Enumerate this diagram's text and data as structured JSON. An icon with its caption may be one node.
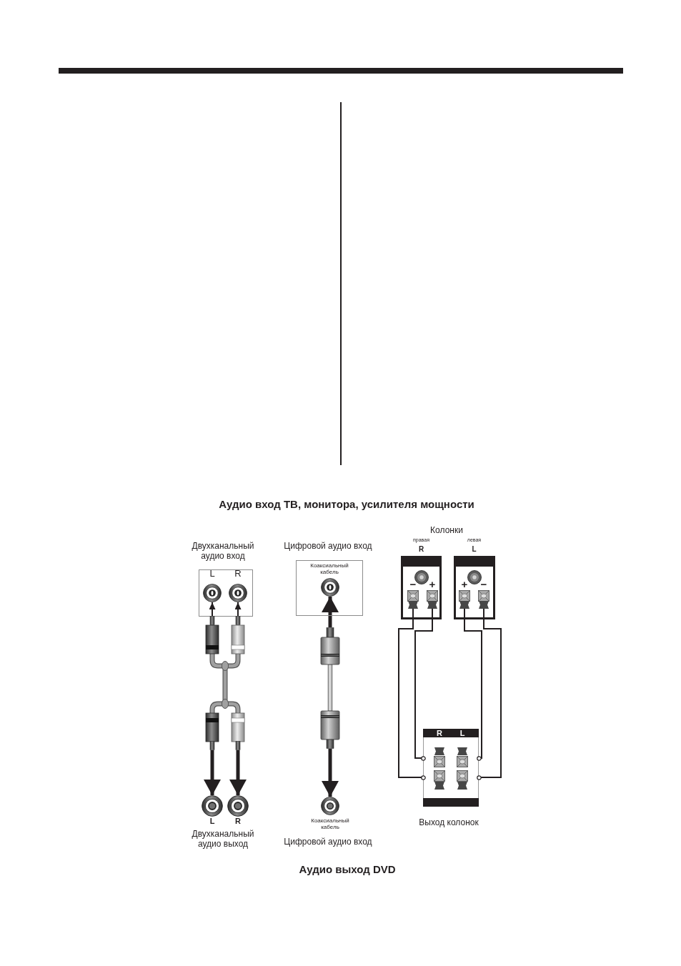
{
  "diagram": {
    "title": "Аудио вход ТВ, монитора, усилителя мощности",
    "caption": "Аудио выход DVD",
    "nodes": [
      {
        "text": [
          "Двухканальный аудио вход"
        ]
      },
      {
        "text": [
          "L"
        ],
        "in": 0
      },
      {
        "text": [
          "R"
        ],
        "in": 0
      },
      {
        "text": [
          "Цифровой аудио вход",
          "Коаксиальный кабель"
        ]
      },
      {
        "text": [],
        "shape": "circle",
        "in": 3
      },
      {
        "text": [
          "правая",
          "R",
          "−",
          "+"
        ]
      },
      {
        "text": [
          "левая",
          "L",
          "+",
          "−"
        ]
      },
      {
        "text": [],
        "shape": "picture"
      },
      {
        "text": [],
        "shape": "picture"
      },
      {
        "text": [
          "R",
          "L"
        ],
        "beside": [
          "Выход колонок"
        ]
      },
      {
        "text": [
          "L"
        ]
      },
      {
        "text": [
          "R"
        ]
      },
      {
        "text": [
          "Коаксиальный кабель"
        ]
      }
    ],
    "edges": [
      {
        "from": 7,
        "to": 1,
        "arrow": "to"
      },
      {
        "from": 7,
        "to": 2,
        "arrow": "to"
      },
      {
        "from": 8,
        "to": 4,
        "arrow": "to",
        "style": "thick"
      },
      {
        "from": 7,
        "to": 10,
        "arrow": "to",
        "style": "thick"
      },
      {
        "from": 7,
        "to": 11,
        "arrow": "to",
        "style": "thick"
      },
      {
        "from": 8,
        "to": 12,
        "arrow": "to",
        "style": "thick"
      },
      {
        "from": 5,
        "to": 9,
        "arrow": "none"
      },
      {
        "from": 5,
        "to": 9,
        "arrow": "none"
      },
      {
        "from": 6,
        "to": 9,
        "arrow": "none"
      },
      {
        "from": 6,
        "to": 9,
        "arrow": "none"
      }
    ],
    "labels": [
      "Колонки",
      "Двухканальный аудио выход",
      "Цифровой аудио вход"
    ]
  }
}
